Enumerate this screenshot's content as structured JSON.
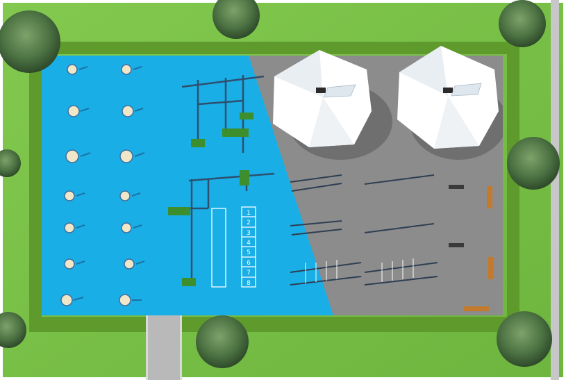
{
  "scene": {
    "lane_numbers": [
      "1",
      "2",
      "3",
      "4",
      "5",
      "6",
      "7",
      "8"
    ],
    "colors": {
      "grass": "#7cc24a",
      "hedge": "#5e9a2c",
      "blue_court": "#1aaee6",
      "gray_court": "#8c8c8c",
      "path": "#b9b9b9",
      "canopy": "#ffffff",
      "equipment_green": "#3d8f2e",
      "equipment_wood": "#c47a2c"
    }
  }
}
